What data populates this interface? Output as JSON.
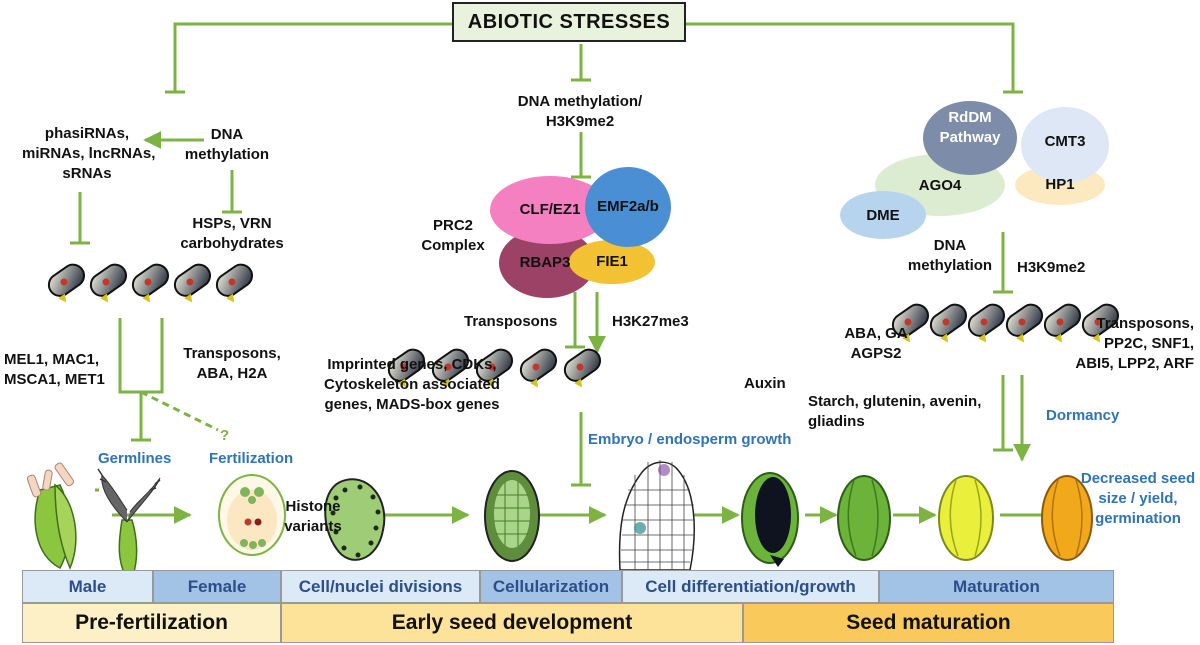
{
  "title": "ABIOTIC STRESSES",
  "left_branch": {
    "rnas": [
      "phasiRNAs,",
      "miRNAs, lncRNAs,",
      "sRNAs"
    ],
    "dna_methylation": [
      "DNA",
      "methylation"
    ],
    "hsps": [
      "HSPs, VRN",
      "carbohydrates"
    ],
    "genes": [
      "MEL1, MAC1,",
      "MSCA1, MET1"
    ],
    "transposons": [
      "Transposons,",
      "ABA, H2A"
    ],
    "question": "?",
    "germlines": "Germlines",
    "fertilization": "Fertilization"
  },
  "center_branch": {
    "dna_methylation": [
      "DNA methylation/",
      "H3K9me2"
    ],
    "prc2": [
      "PRC2",
      "Complex"
    ],
    "proteins": [
      "CLF/EZ1",
      "EMF2a/b",
      "RBAP3",
      "FIE1"
    ],
    "transposons": "Transposons",
    "h3k27": "H3K27me3",
    "imprinted": [
      "Imprinted genes, CDKs,",
      "Cytoskeleton associated",
      "genes, MADS-box genes"
    ],
    "auxin": "Auxin",
    "embryo": "Embryo / endosperm growth"
  },
  "right_branch": {
    "rddm": [
      "RdDM",
      "Pathway"
    ],
    "cmt3": "CMT3",
    "ago4": "AGO4",
    "hp1": "HP1",
    "dme": "DME",
    "dna_methylation": [
      "DNA",
      "methylation"
    ],
    "h3k9": "H3K9me2",
    "aba": [
      "ABA, GA",
      "AGPS2"
    ],
    "transposons": [
      "Transposons,",
      "PP2C, SNF1,",
      "ABI5, LPP2, ARF"
    ],
    "starch": [
      "Starch, glutenin, avenin,",
      "gliadins"
    ],
    "dormancy": "Dormancy",
    "decreased": [
      "Decreased seed",
      "size / yield,",
      "germination"
    ]
  },
  "histone_variants": [
    "Histone",
    "variants"
  ],
  "stages_row1": [
    "Male",
    "Female",
    "Cell/nuclei divisions",
    "Cellularization",
    "Cell differentiation/growth",
    "Maturation"
  ],
  "stages_row2": [
    "Pre-fertilization",
    "Early seed development",
    "Seed maturation"
  ],
  "colors": {
    "arrow": "#7cb342",
    "blue_text": "#2f74b5",
    "clf": "#f47fc1",
    "emf": "#4a8fd4",
    "rbap": "#9c4266",
    "fie": "#f2c232",
    "rddm": "#7d8ca8",
    "cmt3": "#dde7f5",
    "ago4": "#dcecd0",
    "hp1": "#fde9c0",
    "dme": "#b7d4ee"
  }
}
